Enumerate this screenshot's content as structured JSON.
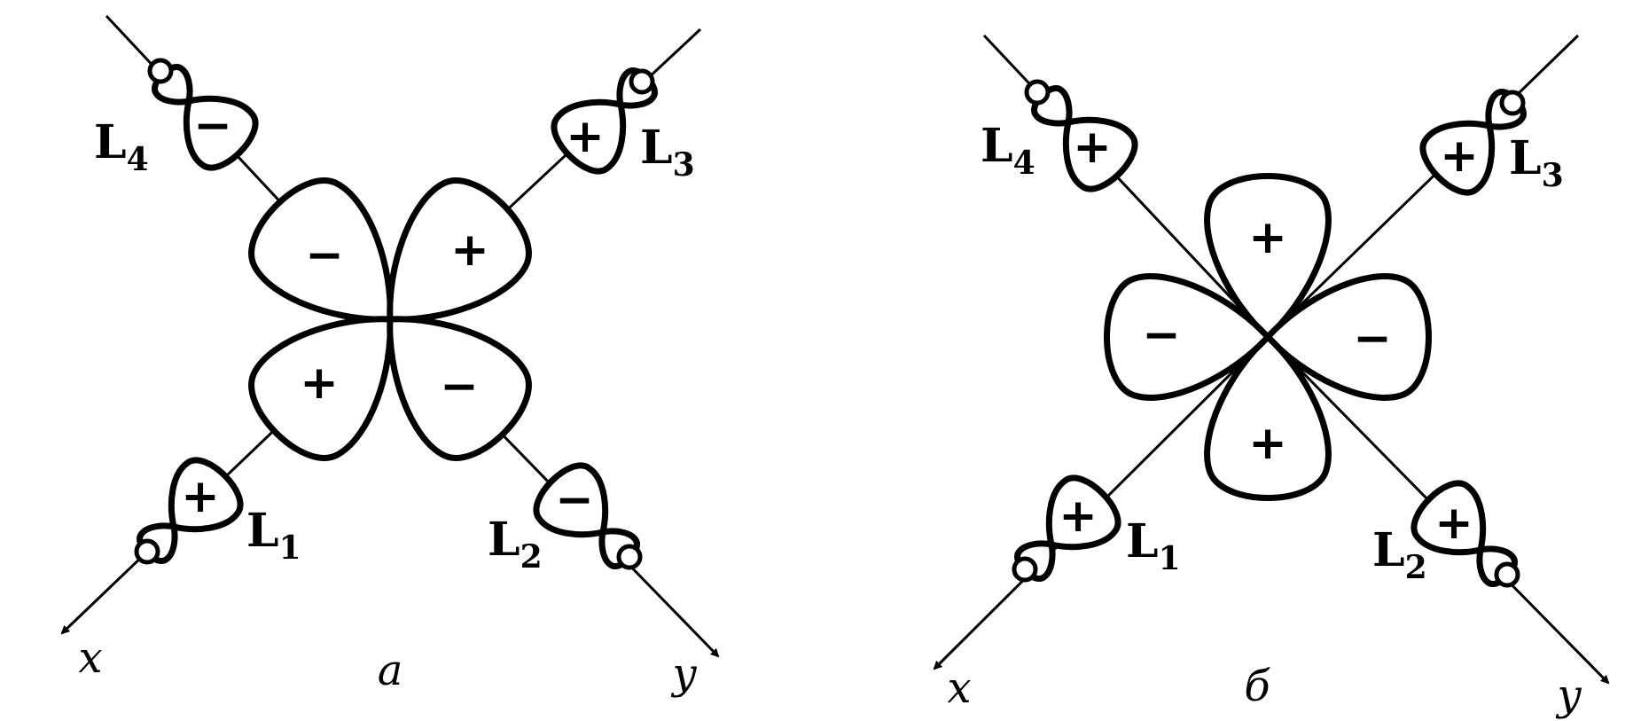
{
  "panel_a": {
    "caption": "a",
    "axes": {
      "x": "x",
      "y": "y"
    },
    "central_signs": [
      "−",
      "+",
      "+",
      "−"
    ],
    "ligands": [
      {
        "name": "L",
        "sub": "1",
        "sign": "+"
      },
      {
        "name": "L",
        "sub": "2",
        "sign": "−"
      },
      {
        "name": "L",
        "sub": "3",
        "sign": "+"
      },
      {
        "name": "L",
        "sub": "4",
        "sign": "−"
      }
    ]
  },
  "panel_b": {
    "caption": "б",
    "axes": {
      "x": "x",
      "y": "y"
    },
    "central_signs": [
      "+",
      "−",
      "+",
      "−"
    ],
    "ligands": [
      {
        "name": "L",
        "sub": "1",
        "sign": "+"
      },
      {
        "name": "L",
        "sub": "2",
        "sign": "+"
      },
      {
        "name": "L",
        "sub": "3",
        "sign": "+"
      },
      {
        "name": "L",
        "sub": "4",
        "sign": "+"
      }
    ]
  }
}
